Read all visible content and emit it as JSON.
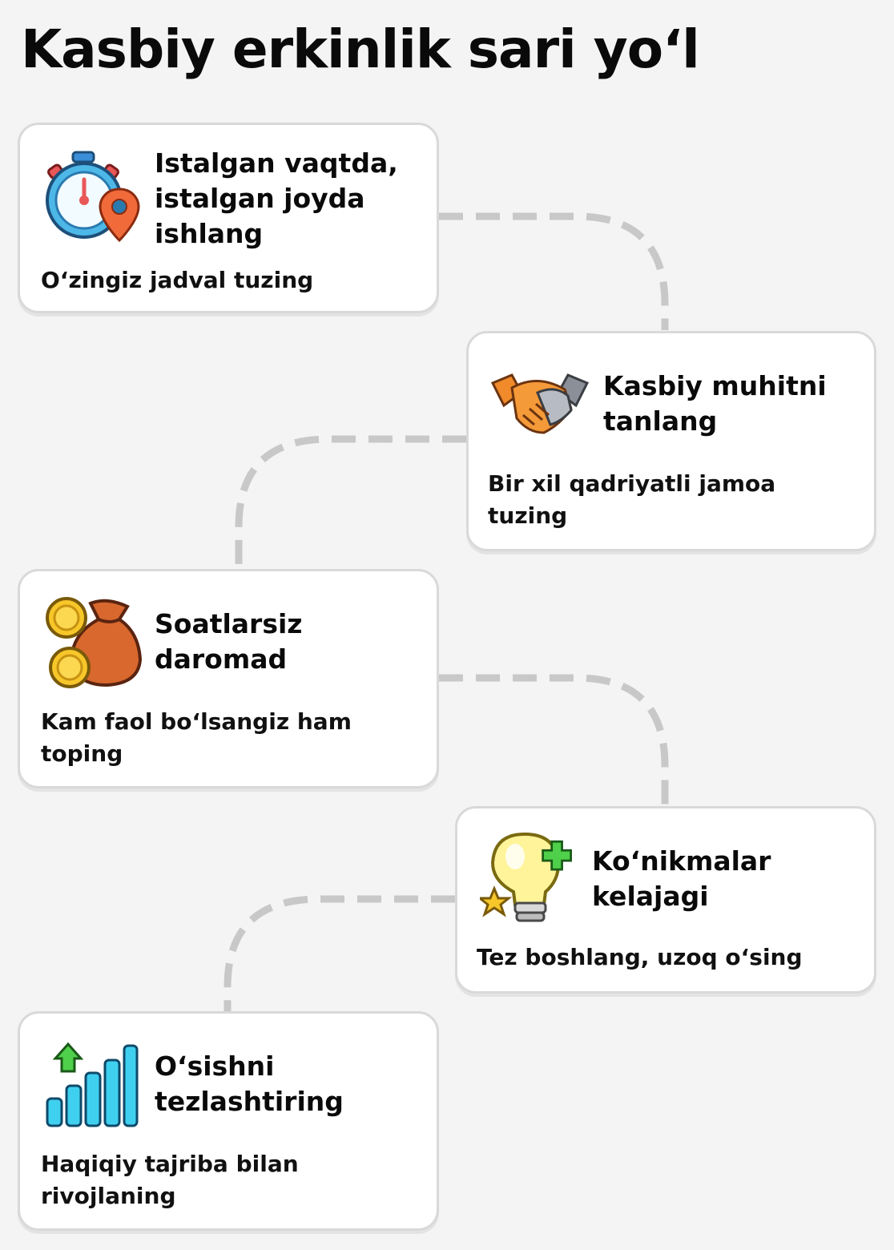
{
  "page": {
    "title": "Kasbiy erkinlik sari yo‘l"
  },
  "steps": [
    {
      "title": "Istalgan vaqtda, istalgan joyda ishlang",
      "desc": "O‘zingiz jadval tuzing",
      "icon": "stopwatch-location-icon"
    },
    {
      "title": "Kasbiy muhitni tanlang",
      "desc": "Bir xil qadriyatli jamoa tuzing",
      "icon": "handshake-icon"
    },
    {
      "title": "Soatlarsiz daromad",
      "desc": "Kam faol bo‘lsangiz ham toping",
      "icon": "money-bag-coins-icon"
    },
    {
      "title": "Ko‘nikmalar kelajagi",
      "desc": "Tez boshlang, uzoq o‘sing",
      "icon": "lightbulb-plus-icon"
    },
    {
      "title": "O‘sishni tezlashtiring",
      "desc": "Haqiqiy tajriba bilan rivojlaning",
      "icon": "growth-bars-arrow-icon"
    }
  ],
  "colors": {
    "background": "#f4f4f4",
    "card": "#ffffff",
    "card_border": "#d9d9d9",
    "connector": "#c8c8c8"
  }
}
